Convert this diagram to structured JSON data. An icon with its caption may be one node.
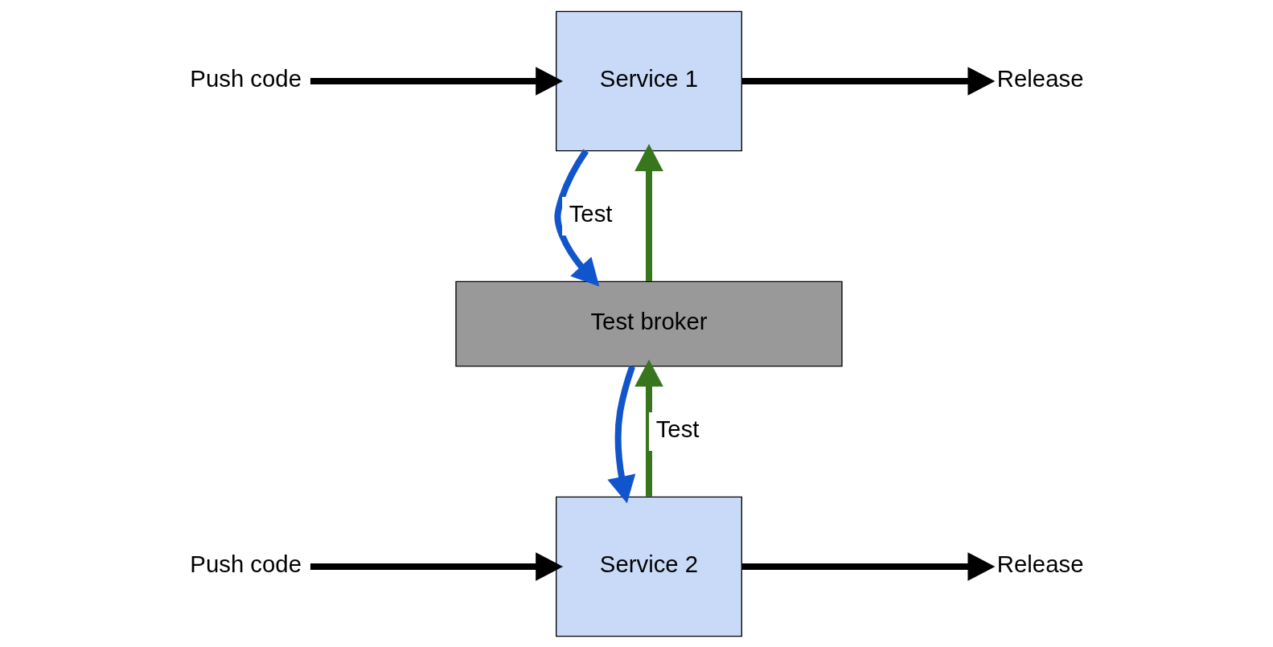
{
  "diagram": {
    "nodes": [
      {
        "text": [
          "Push code"
        ]
      },
      {
        "text": [
          "Service 1"
        ]
      },
      {
        "text": [
          "Release"
        ]
      },
      {
        "text": [
          "Test broker"
        ]
      },
      {
        "text": [
          "Push code"
        ]
      },
      {
        "text": [
          "Service 2"
        ]
      },
      {
        "text": [
          "Release"
        ]
      }
    ],
    "edges": [
      {
        "from": 0,
        "to": 1,
        "arrow": "to"
      },
      {
        "from": 1,
        "to": 2,
        "arrow": "to"
      },
      {
        "from": 1,
        "to": 3,
        "arrow": "to",
        "label": "Test",
        "color": "#1155cc"
      },
      {
        "from": 3,
        "to": 1,
        "arrow": "to",
        "color": "#38761d"
      },
      {
        "from": 3,
        "to": 5,
        "arrow": "to",
        "color": "#1155cc"
      },
      {
        "from": 5,
        "to": 3,
        "arrow": "to",
        "label": "Test",
        "color": "#38761d"
      },
      {
        "from": 4,
        "to": 5,
        "arrow": "to"
      },
      {
        "from": 5,
        "to": 6,
        "arrow": "to"
      }
    ]
  }
}
